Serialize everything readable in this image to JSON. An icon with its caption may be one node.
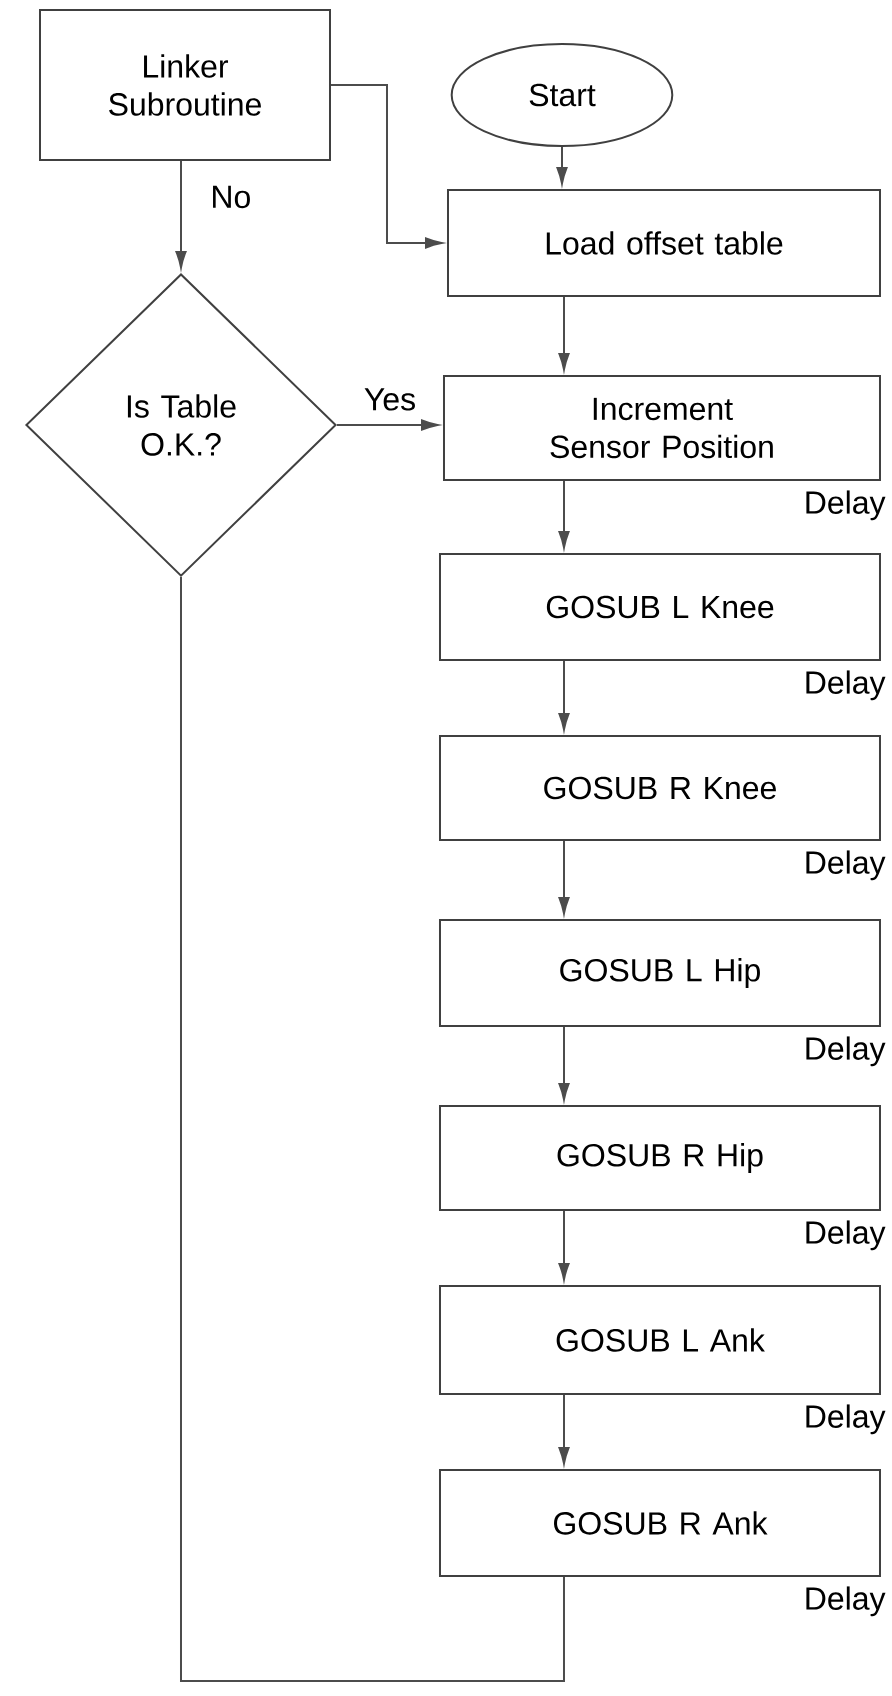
{
  "diagram": {
    "nodes": [
      {
        "text": [
          "Linker Subroutine"
        ]
      },
      {
        "text": [
          "Start"
        ]
      },
      {
        "text": [
          "Load offset table"
        ]
      },
      {
        "text": [
          "Is Table O.K.?"
        ]
      },
      {
        "text": [
          "Increment Sensor Position"
        ],
        "beside": [
          "Delay"
        ]
      },
      {
        "text": [
          "GOSUB L Knee"
        ],
        "beside": [
          "Delay"
        ]
      },
      {
        "text": [
          "GOSUB R Knee"
        ],
        "beside": [
          "Delay"
        ]
      },
      {
        "text": [
          "GOSUB L Hip"
        ],
        "beside": [
          "Delay"
        ]
      },
      {
        "text": [
          "GOSUB R Hip"
        ],
        "beside": [
          "Delay"
        ]
      },
      {
        "text": [
          "GOSUB L Ank"
        ],
        "beside": [
          "Delay"
        ]
      },
      {
        "text": [
          "GOSUB R Ank"
        ],
        "beside": [
          "Delay"
        ]
      }
    ],
    "edges": [
      {
        "from": 0,
        "to": 3,
        "arrow": "to",
        "label": "No"
      },
      {
        "from": 0,
        "to": 2,
        "arrow": "to"
      },
      {
        "from": 1,
        "to": 2,
        "arrow": "to"
      },
      {
        "from": 2,
        "to": 4,
        "arrow": "to"
      },
      {
        "from": 3,
        "to": 4,
        "arrow": "to",
        "label": "Yes"
      },
      {
        "from": 4,
        "to": 5,
        "arrow": "to"
      },
      {
        "from": 5,
        "to": 6,
        "arrow": "to"
      },
      {
        "from": 6,
        "to": 7,
        "arrow": "to"
      },
      {
        "from": 7,
        "to": 8,
        "arrow": "to"
      },
      {
        "from": 8,
        "to": 9,
        "arrow": "to"
      },
      {
        "from": 9,
        "to": 10,
        "arrow": "to"
      },
      {
        "from": 10,
        "to": 3,
        "arrow": "none"
      }
    ]
  }
}
